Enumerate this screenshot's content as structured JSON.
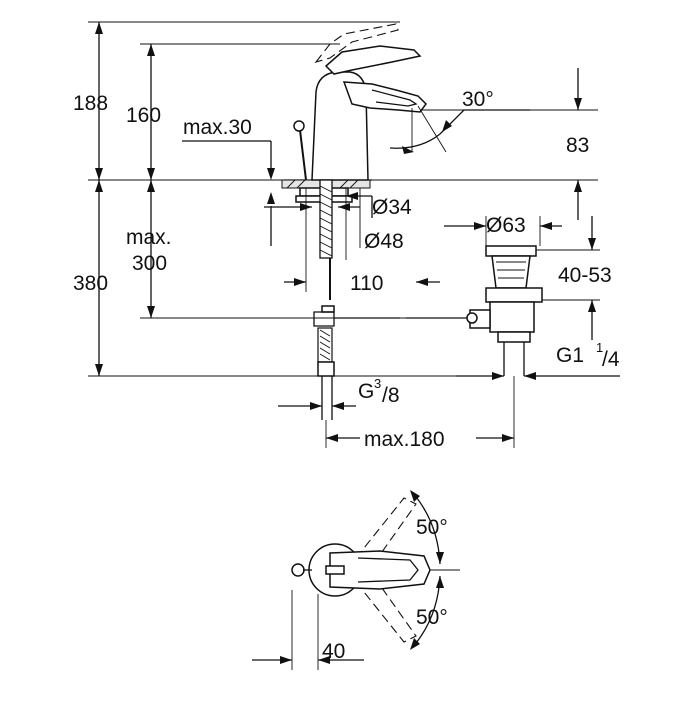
{
  "drawing": {
    "dim_188": "188",
    "dim_160": "160",
    "dim_max30": "max.30",
    "dim_30deg": "30°",
    "dim_83": "83",
    "dim_d34": "Ø34",
    "dim_d48": "Ø48",
    "dim_d63": "Ø63",
    "dim_max300_line1": "max.",
    "dim_max300_line2": "300",
    "dim_380": "380",
    "dim_110": "110",
    "dim_40_53": "40-53",
    "thread_g38_base": "G",
    "thread_g38_num": "3",
    "thread_g38_den": "/8",
    "thread_g114_base": "G1",
    "thread_g114_num": "1",
    "thread_g114_den": "/4",
    "dim_max180": "max.180",
    "dim_50deg_top": "50°",
    "dim_50deg_bottom": "50°",
    "dim_40": "40"
  }
}
